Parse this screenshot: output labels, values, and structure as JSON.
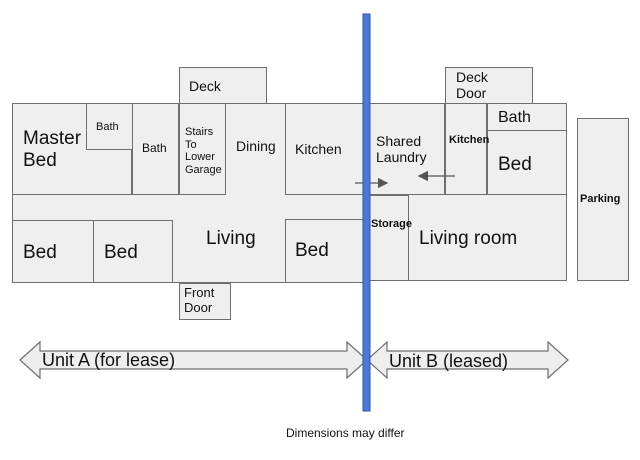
{
  "rooms": {
    "master_bed": "Master\nBed",
    "bath_small": "Bath",
    "bath_mid": "Bath",
    "stairs": "Stairs\nTo\nLower\nGarage",
    "deck_a": "Deck",
    "dining": "Dining",
    "kitchen_a": "Kitchen",
    "shared_laundry": "Shared\nLaundry",
    "deck_door_b": "Deck\nDoor",
    "kitchen_b": "Kitchen",
    "bath_b": "Bath",
    "bed_b": "Bed",
    "parking": "Parking",
    "storage": "Storage",
    "living_room_b": "Living room",
    "living_a": "Living",
    "bed_1": "Bed",
    "bed_2": "Bed",
    "bed_3": "Bed",
    "front_door": "Front\nDoor"
  },
  "units": {
    "unit_a": "Unit A (for lease)",
    "unit_b": "Unit B (leased)"
  },
  "footnote": "Dimensions may differ",
  "colors": {
    "divider": "#4a79d8",
    "room_fill": "#efefef",
    "room_border": "#6f6f6f"
  }
}
